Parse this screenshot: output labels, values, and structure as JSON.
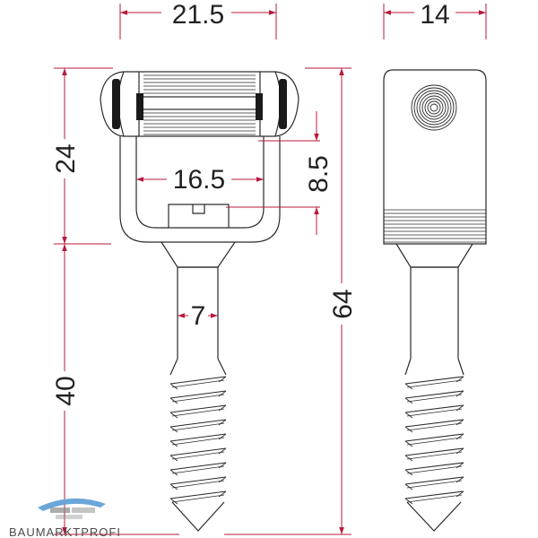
{
  "dimensions": {
    "top_width": "21.5",
    "side_width": "14",
    "left_upper_height": "24",
    "left_lower_height": "40",
    "total_height": "64",
    "inner_width": "16.5",
    "gap_height": "8.5",
    "shank_diameter": "7"
  },
  "logo": {
    "text": "BAUMARKTPROFI"
  },
  "colors": {
    "dimension_line": "#b8183a",
    "outline": "#2a2a2a",
    "logo_blue": "#6aa6d8",
    "logo_gray": "#8a8a8a"
  }
}
